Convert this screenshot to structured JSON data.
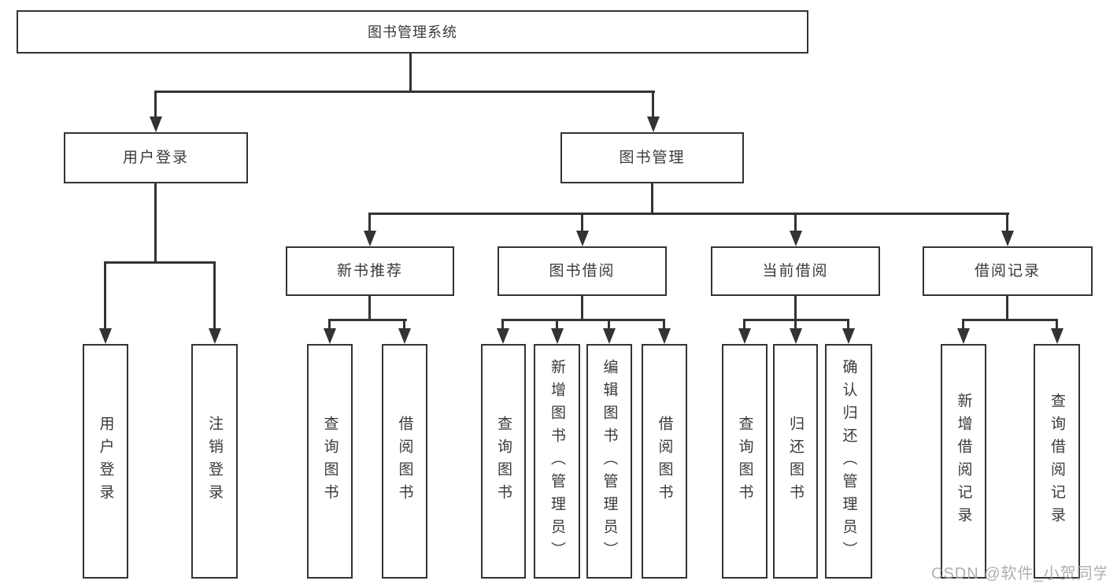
{
  "tree": {
    "label": "图书管理系统",
    "children": [
      {
        "label": "用户登录",
        "children": [
          {
            "label": "用户登录"
          },
          {
            "label": "注销登录"
          }
        ]
      },
      {
        "label": "图书管理",
        "children": [
          {
            "label": "新书推荐",
            "children": [
              {
                "label": "查询图书"
              },
              {
                "label": "借阅图书"
              }
            ]
          },
          {
            "label": "图书借阅",
            "children": [
              {
                "label": "查询图书"
              },
              {
                "label": "新增图书（管理员）"
              },
              {
                "label": "编辑图书（管理员）"
              },
              {
                "label": "借阅图书"
              }
            ]
          },
          {
            "label": "当前借阅",
            "children": [
              {
                "label": "查询图书"
              },
              {
                "label": "归还图书"
              },
              {
                "label": "确认归还（管理员）"
              }
            ]
          },
          {
            "label": "借阅记录",
            "children": [
              {
                "label": "新增借阅记录"
              },
              {
                "label": "查询借阅记录"
              }
            ]
          }
        ]
      }
    ]
  },
  "watermark": {
    "text": "CSDN @软件_小贺同学"
  },
  "colors": {
    "line": "#333333",
    "text": "#3a3a3a",
    "watermark": "#a9a9a9",
    "background": "#ffffff"
  }
}
